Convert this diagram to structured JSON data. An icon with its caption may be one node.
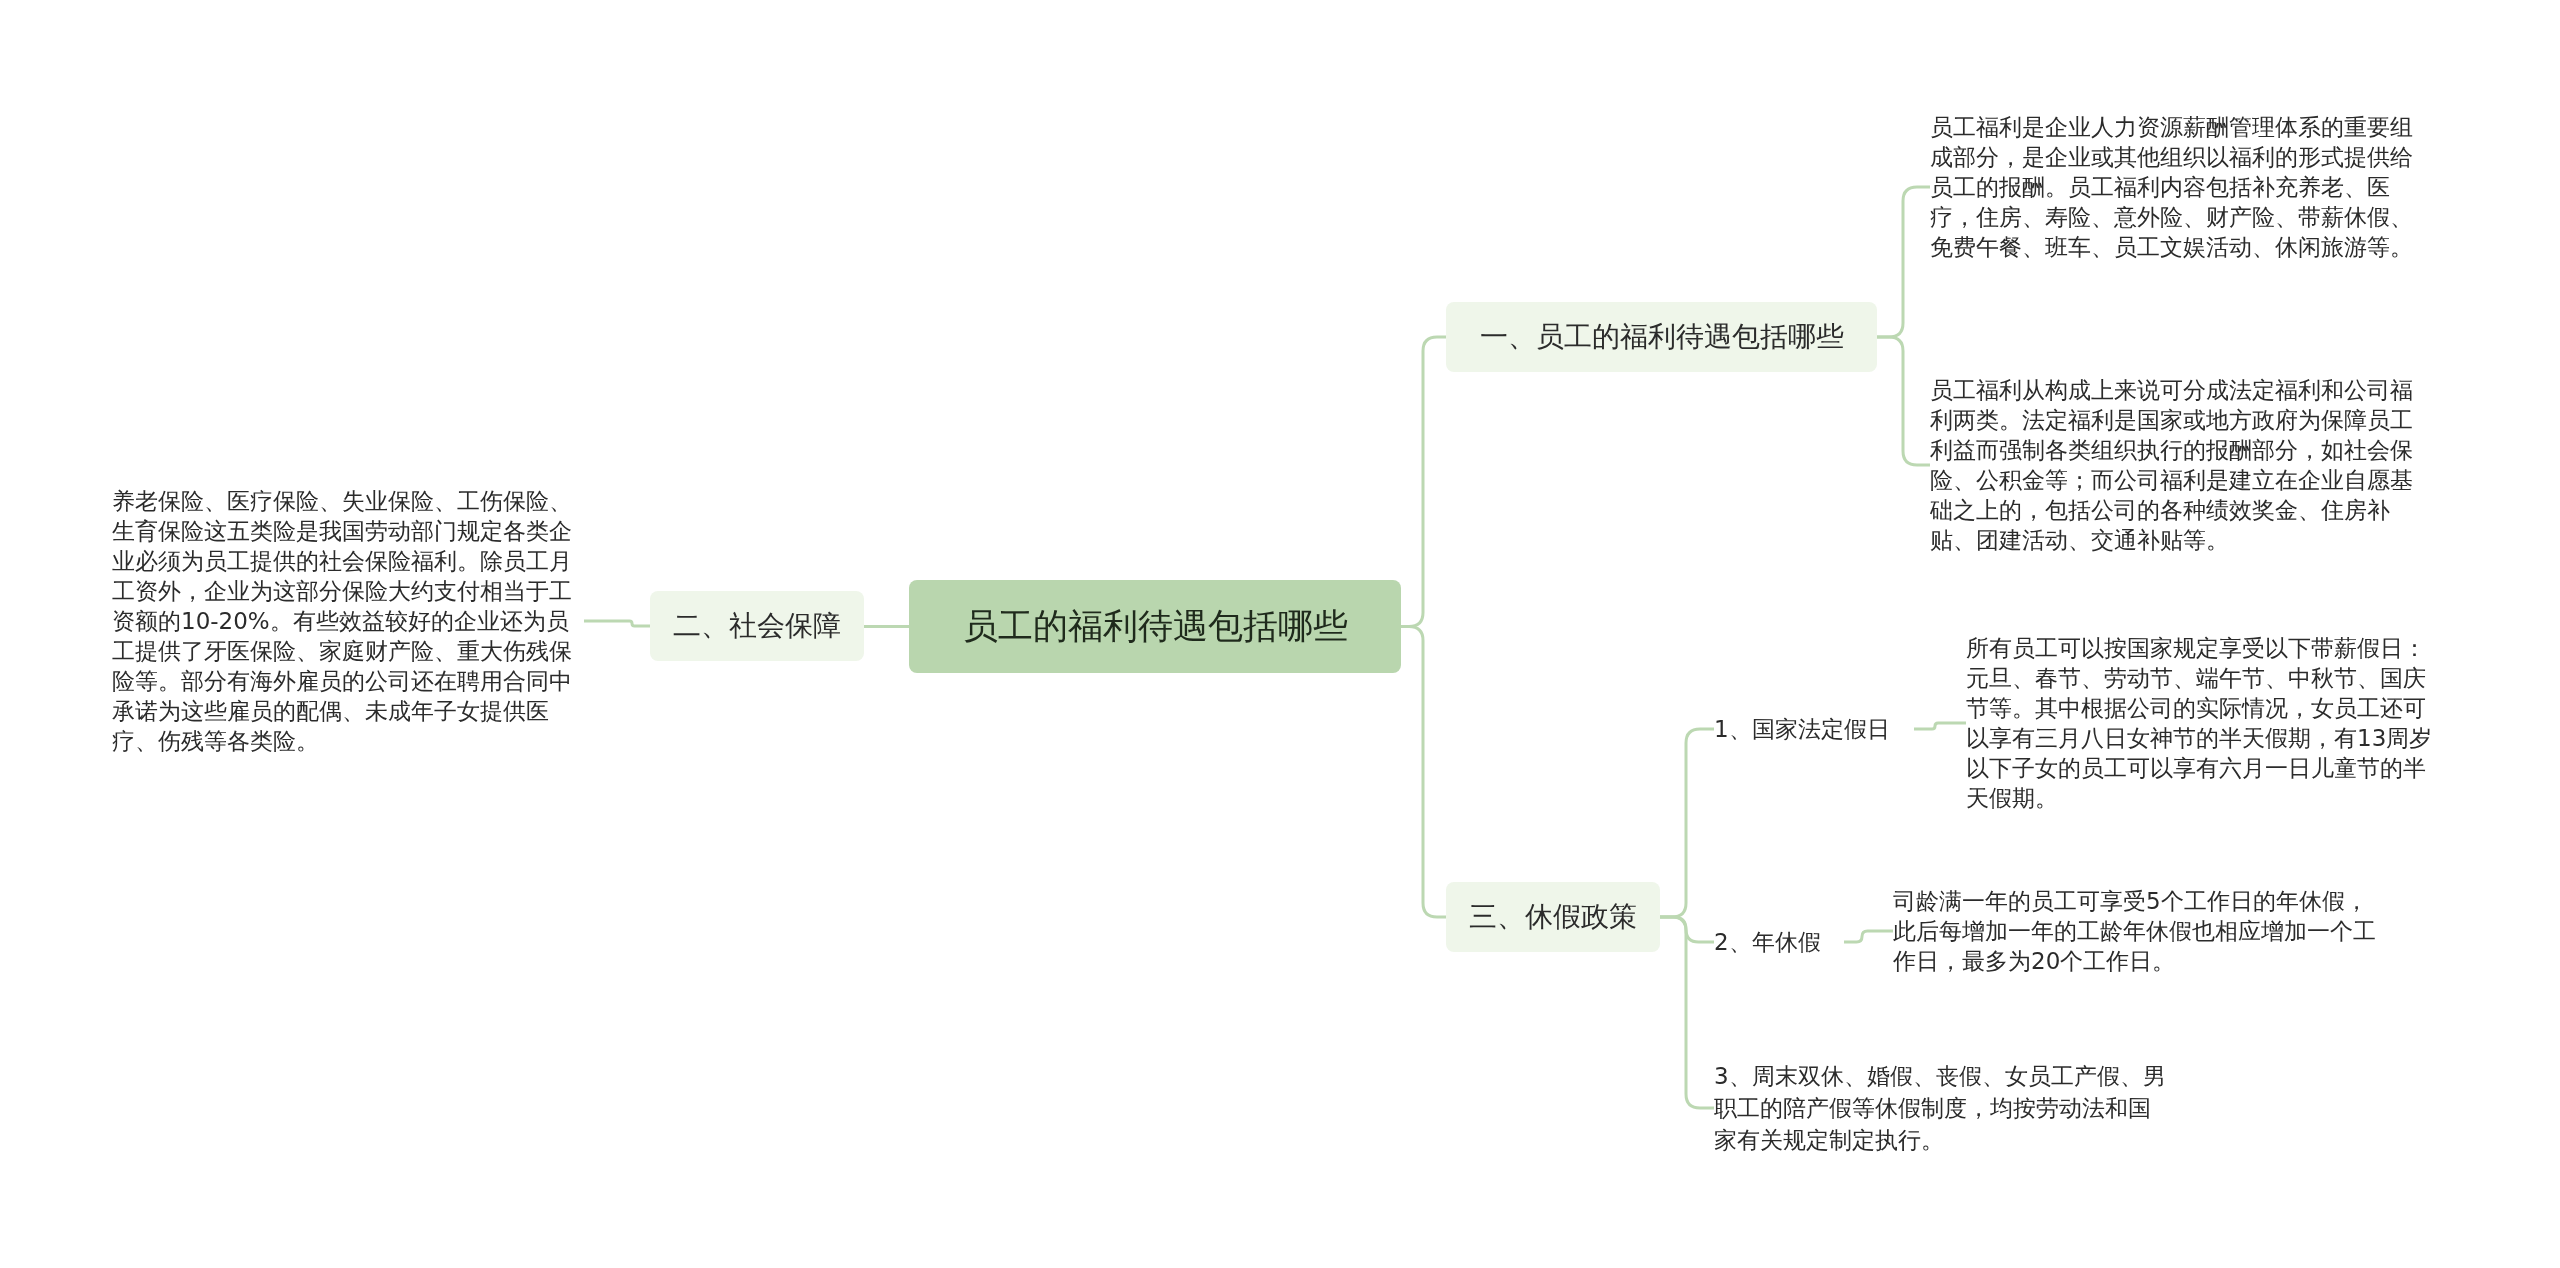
{
  "diagram": {
    "nodes": [
      {
        "text": [
          "员工的福利待遇包括哪些"
        ]
      },
      {
        "text": [
          "一、员工的福利待遇包括哪些"
        ]
      },
      {
        "text": [
          "员工福利是企业人力资源薪酬管理体系的重要组成部分，是企业或其他组织以福利的形式提供给员工的报酬。员工福利内容包括补充养老、医疗，住房、寿险、意外险、财产险、带薪休假、免费午餐、班车、员工文娱活动、休闲旅游等。"
        ]
      },
      {
        "text": [
          "员工福利从构成上来说可分成法定福利和公司福利两类。法定福利是国家或地方政府为保障员工利益而强制各类组织执行的报酬部分，如社会保险、公积金等；而公司福利是建立在企业自愿基础之上的，包括公司的各种绩效奖金、住房补贴、团建活动、交通补贴等。"
        ]
      },
      {
        "text": [
          "二、社会保障"
        ]
      },
      {
        "text": [
          "养老保险、医疗保险、失业保险、工伤保险、生育保险这五类险是我国劳动部门规定各类企业必须为员工提供的社会保险福利。除员工月工资外，企业为这部分保险大约支付相当于工资额的10-20%。有些效益较好的企业还为员工提供了牙医保险、家庭财产险、重大伤残保险等。部分有海外雇员的公司还在聘用合同中承诺为这些雇员的配偶、未成年子女提供医疗、伤残等各类险。"
        ]
      },
      {
        "text": [
          "三、休假政策"
        ]
      },
      {
        "text": [
          "1、国家法定假日"
        ]
      },
      {
        "text": [
          "所有员工可以按国家规定享受以下带薪假日：元旦、春节、劳动节、端午节、中秋节、国庆节等。其中根据公司的实际情况，女员工还可以享有三月八日女神节的半天假期，有13周岁以下子女的员工可以享有六月一日儿童节的半天假期。"
        ]
      },
      {
        "text": [
          "2、年休假"
        ]
      },
      {
        "text": [
          "司龄满一年的员工可享受5个工作日的年休假，此后每增加一年的工龄年休假也相应增加一个工作日，最多为20个工作日。"
        ]
      },
      {
        "text": [
          "3、周末双休、婚假、丧假、女员工产假、男职工的陪产假等休假制度，均按劳动法和国家有关规定制定执行。"
        ]
      }
    ],
    "edges": [
      {
        "from": 0,
        "to": 1,
        "arrow": "none"
      },
      {
        "from": 1,
        "to": 2,
        "arrow": "none"
      },
      {
        "from": 1,
        "to": 3,
        "arrow": "none"
      },
      {
        "from": 0,
        "to": 4,
        "arrow": "none"
      },
      {
        "from": 4,
        "to": 5,
        "arrow": "none"
      },
      {
        "from": 0,
        "to": 6,
        "arrow": "none"
      },
      {
        "from": 6,
        "to": 7,
        "arrow": "none"
      },
      {
        "from": 7,
        "to": 8,
        "arrow": "none"
      },
      {
        "from": 6,
        "to": 9,
        "arrow": "none"
      },
      {
        "from": 9,
        "to": 10,
        "arrow": "none"
      },
      {
        "from": 6,
        "to": 11,
        "arrow": "none"
      }
    ]
  }
}
